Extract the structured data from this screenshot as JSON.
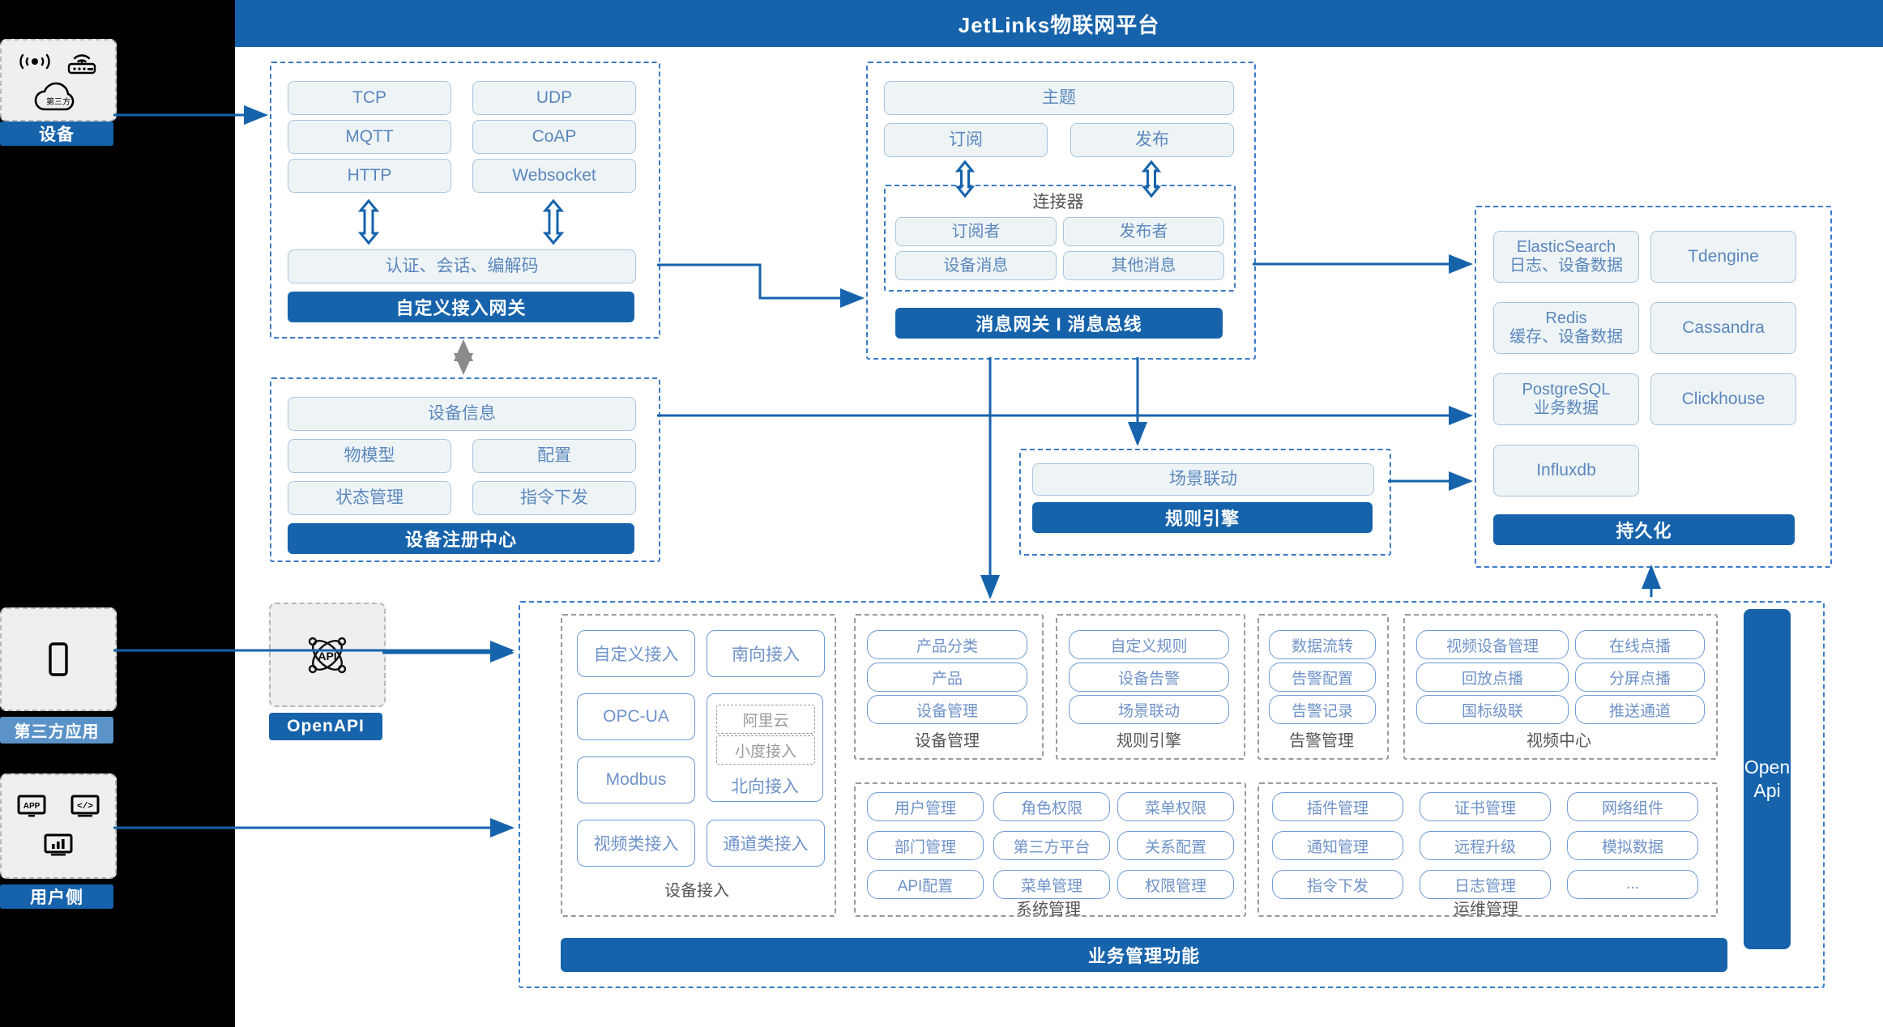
{
  "header": {
    "title": "JetLinks物联网平台"
  },
  "rail": {
    "device": {
      "label": "设备",
      "icons": [
        "signal-wave-icon",
        "router-icon",
        "third-party-cloud-icon"
      ],
      "cloud_text": "第三方"
    },
    "third_party_app": {
      "label": "第三方应用",
      "icons": [
        "mobile-phone-icon"
      ]
    },
    "user_side": {
      "label": "用户侧",
      "icons": [
        "app-icon",
        "code-icon",
        "chart-icon"
      ]
    }
  },
  "openapi_node": {
    "label": "OpenAPI",
    "icon": "api-atom-icon",
    "icon_text": "API"
  },
  "gateway": {
    "protocols": [
      "TCP",
      "UDP",
      "MQTT",
      "CoAP",
      "HTTP",
      "Websocket"
    ],
    "middle": "认证、会话、编解码",
    "title": "自定义接入网关"
  },
  "message_bus": {
    "topic": "主题",
    "subscribe": "订阅",
    "publish": "发布",
    "connector": {
      "caption": "连接器",
      "items": [
        "订阅者",
        "发布者",
        "设备消息",
        "其他消息"
      ]
    },
    "title": "消息网关 I 消息总线"
  },
  "device_registry": {
    "info": "设备信息",
    "items": [
      "物模型",
      "配置",
      "状态管理",
      "指令下发"
    ],
    "title": "设备注册中心"
  },
  "rule_engine": {
    "scene": "场景联动",
    "title": "规则引擎"
  },
  "persistence": {
    "left_column": [
      {
        "name": "ElasticSearch",
        "sub": "日志、设备数据"
      },
      {
        "name": "Redis",
        "sub": "缓存、设备数据"
      },
      {
        "name": "PostgreSQL",
        "sub": "业务数据"
      },
      {
        "name": "Influxdb",
        "sub": ""
      }
    ],
    "right_column": [
      {
        "name": "Tdengine",
        "sub": ""
      },
      {
        "name": "Cassandra",
        "sub": ""
      },
      {
        "name": "Clickhouse",
        "sub": ""
      }
    ],
    "title": "持久化"
  },
  "business": {
    "title": "业务管理功能",
    "openapi_side": "Open\nApi",
    "openapi_line1": "Open",
    "openapi_line2": "Api",
    "groups": [
      {
        "caption": "设备接入",
        "left": [
          "自定义接入",
          "OPC-UA",
          "Modbus",
          "视频类接入"
        ],
        "right": [
          "南向接入",
          "北向接入",
          "通道类接入"
        ],
        "nested": [
          "阿里云",
          "小度接入"
        ]
      },
      {
        "caption": "设备管理",
        "items": [
          "产品分类",
          "产品",
          "设备管理"
        ]
      },
      {
        "caption": "规则引擎",
        "items": [
          "自定义规则",
          "设备告警",
          "场景联动"
        ]
      },
      {
        "caption": "告警管理",
        "items": [
          "数据流转",
          "告警配置",
          "告警记录"
        ]
      },
      {
        "caption": "视频中心",
        "items": [
          "视频设备管理",
          "在线点播",
          "回放点播",
          "分屏点播",
          "国标级联",
          "推送通道"
        ]
      },
      {
        "caption": "系统管理",
        "items": [
          "用户管理",
          "角色权限",
          "菜单权限",
          "部门管理",
          "第三方平台",
          "关系配置",
          "API配置",
          "菜单管理",
          "权限管理"
        ]
      },
      {
        "caption": "运维管理",
        "items": [
          "插件管理",
          "证书管理",
          "网络组件",
          "通知管理",
          "远程升级",
          "模拟数据",
          "指令下发",
          "日志管理",
          "..."
        ]
      }
    ]
  },
  "colors": {
    "brand_blue": "#1663ac",
    "light_blue": "#5b93c9",
    "chip_fill": "#eef4f6",
    "chip_border": "#a9c4dd",
    "chip_text": "#5b87bd",
    "outline_chip_border": "#6f9ad3",
    "dash_border": "#3a7bc8",
    "grey_dash": "#9a9a9a",
    "rail_bg": "#000000",
    "panel_bg": "#ffffff"
  }
}
